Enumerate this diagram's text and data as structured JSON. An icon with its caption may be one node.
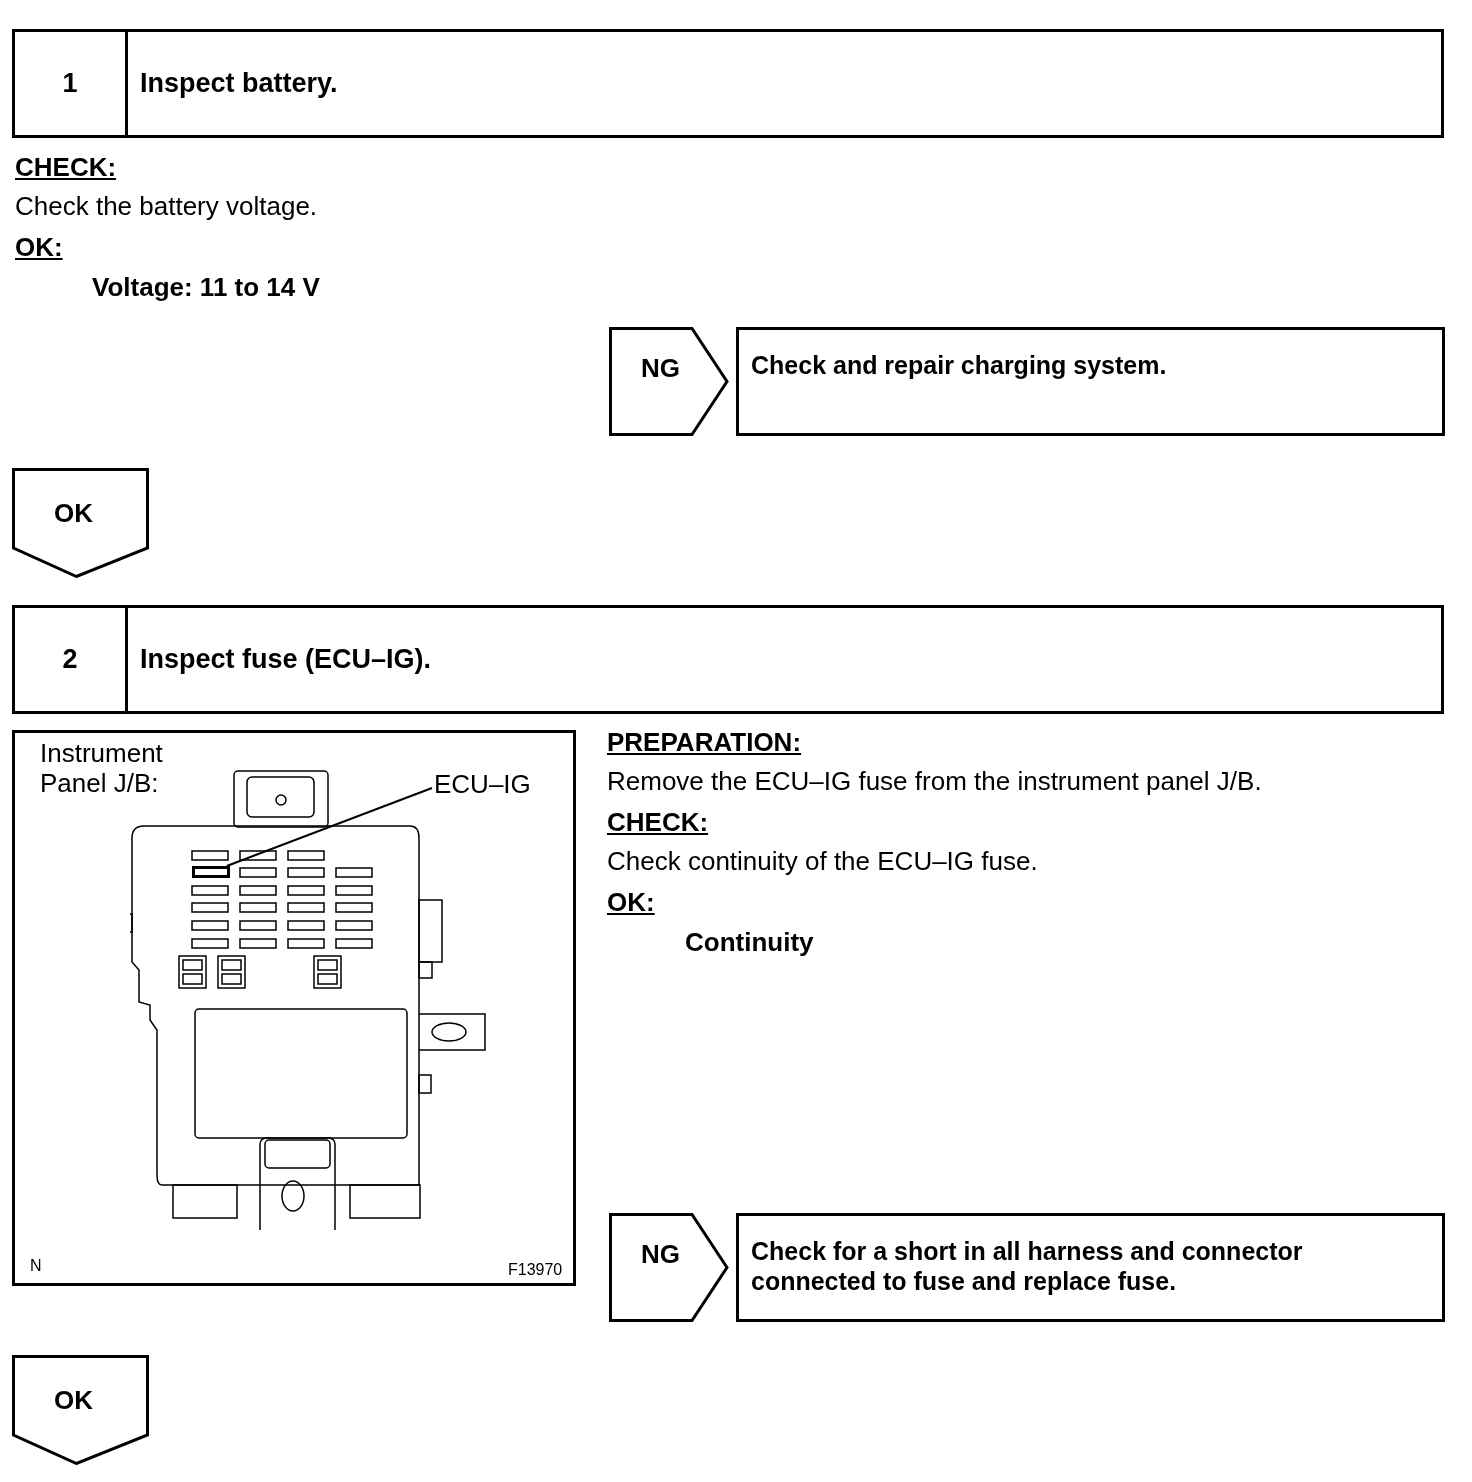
{
  "diagram": {
    "nodes": [
      {
        "text": [
          "1",
          "Inspect battery."
        ]
      },
      {
        "text": [
          "NG"
        ]
      },
      {
        "text": [
          "Check and repair charging system."
        ]
      },
      {
        "text": [
          "OK"
        ]
      },
      {
        "text": [
          "2",
          "Inspect fuse (ECU–IG)."
        ]
      },
      {
        "text": [
          "ECU–IG"
        ]
      },
      {
        "text": [],
        "shape": "box"
      },
      {
        "text": [
          "NG"
        ]
      },
      {
        "text": [
          "Check for a short in all harness and connector connected to fuse and replace fuse."
        ]
      },
      {
        "text": [
          "OK"
        ]
      }
    ],
    "edges": [
      {
        "from": 5,
        "to": 6,
        "arrow": "none"
      }
    ],
    "labels": [
      "CHECK:",
      "Check the battery voltage.",
      "OK:",
      "Voltage: 11 to 14 V",
      "Instrument Panel J/B:",
      "PREPARATION:",
      "Remove the ECU–IG fuse from the instrument panel J/B.",
      "CHECK:",
      "Check continuity of the ECU–IG fuse.",
      "OK:",
      "Continuity",
      "N",
      "F13970"
    ]
  }
}
